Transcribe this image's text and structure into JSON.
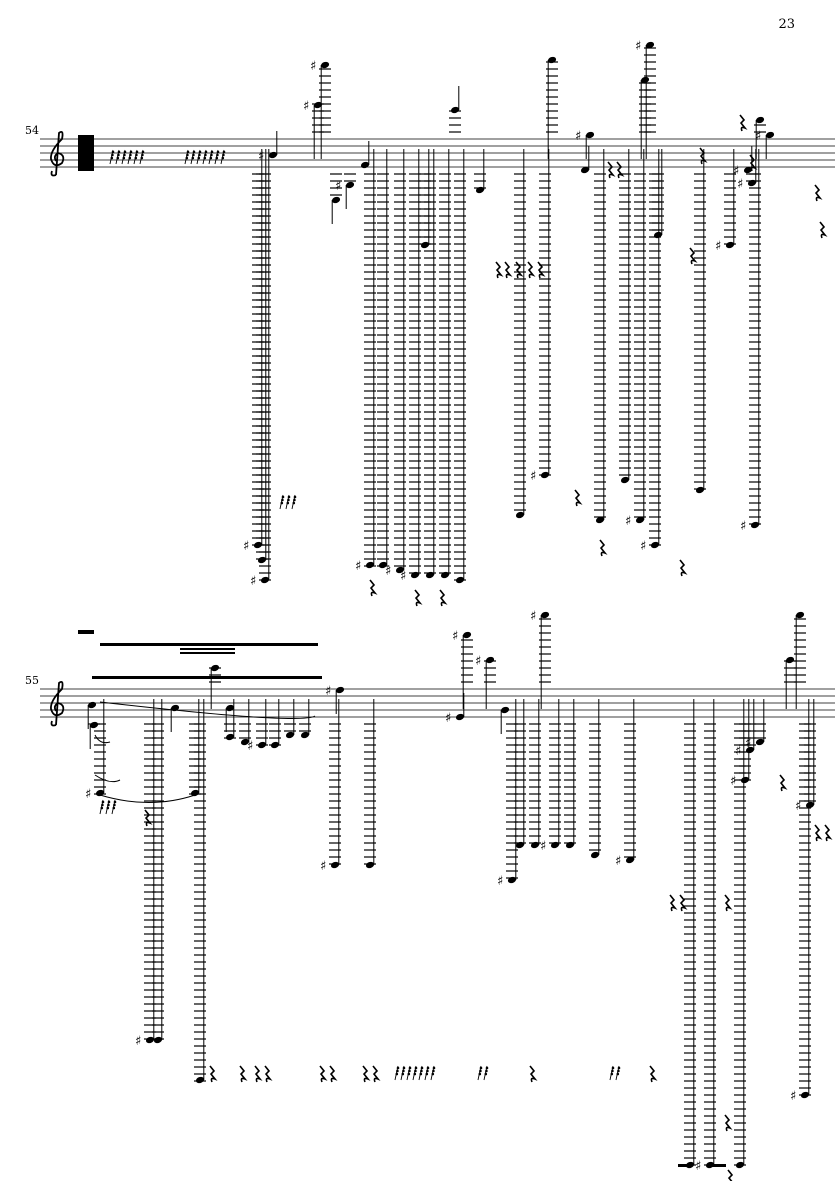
{
  "page_number": "23",
  "systems": [
    {
      "measure_number": "54"
    },
    {
      "measure_number": "55"
    }
  ],
  "colors": {
    "ink": "#000000",
    "paper": "#ffffff"
  }
}
